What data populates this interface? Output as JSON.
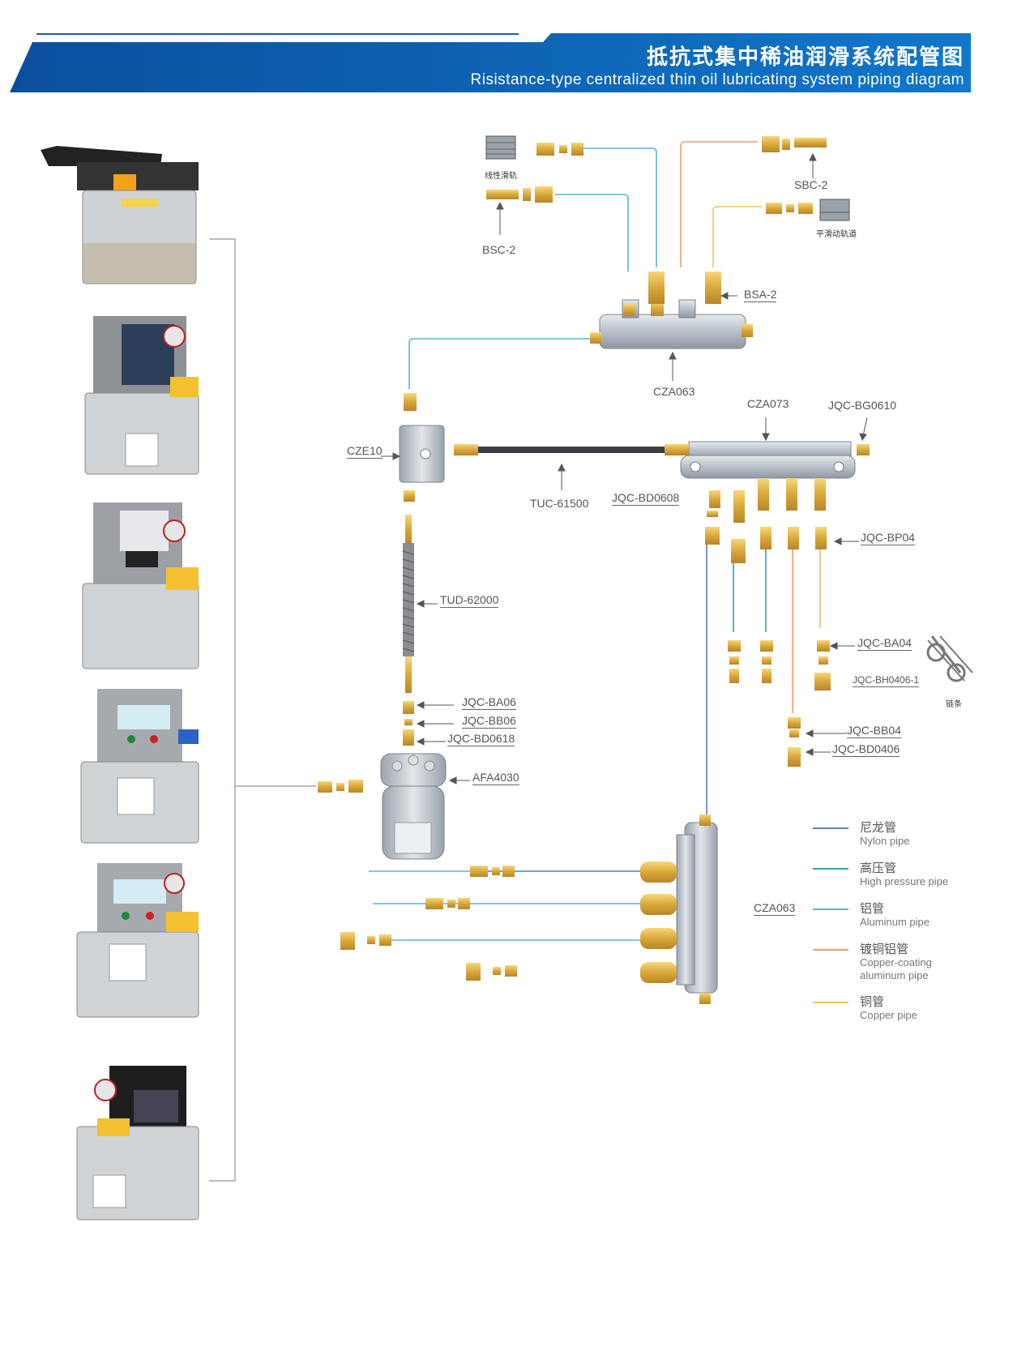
{
  "header": {
    "title_cn": "抵抗式集中稀油润滑系统配管图",
    "title_en": "Risistance-type centralized thin oil lubricating system piping diagram",
    "color": "#0b5fb0"
  },
  "labels": {
    "linear_rail": "线性滑轨",
    "flat_rail": "平滑动轨道",
    "chain": "链条",
    "sbc2": "SBC-2",
    "bsc2": "BSC-2",
    "bsa2": "BSA-2",
    "cza063_top": "CZA063",
    "cza073": "CZA073",
    "jqc_bg0610": "JQC-BG0610",
    "cze10": "CZE10",
    "tuc61500": "TUC-61500",
    "jqc_bd0608": "JQC-BD0608",
    "jqc_bp04": "JQC-BP04",
    "tud62000": "TUD-62000",
    "jqc_ba04": "JQC-BA04",
    "jqc_bh0406": "JQC-BH0406-1",
    "jqc_ba06": "JQC-BA06",
    "jqc_bb06": "JQC-BB06",
    "jqc_bd0618": "JQC-BD0618",
    "jqc_bb04": "JQC-BB04",
    "jqc_bd0406": "JQC-BD0406",
    "afa4030": "AFA4030",
    "cza063_bottom": "CZA063"
  },
  "legend": [
    {
      "cn": "尼龙管",
      "en": "Nylon pipe",
      "color": "#5b7fc0"
    },
    {
      "cn": "高压管",
      "en": "High pressure pipe",
      "color": "#3aa0a8"
    },
    {
      "cn": "铝管",
      "en": "Aluminum pipe",
      "color": "#5ab4d6"
    },
    {
      "cn": "镀铜铝管",
      "en": "Copper-coating aluminum pipe",
      "color": "#e8a070"
    },
    {
      "cn": "铜管",
      "en": "Copper pipe",
      "color": "#f0c060"
    }
  ],
  "pumps": [
    {
      "name": "manual-pump"
    },
    {
      "name": "electric-pump-1"
    },
    {
      "name": "electric-pump-2"
    },
    {
      "name": "electric-pump-3"
    },
    {
      "name": "electric-pump-4"
    },
    {
      "name": "electric-pump-5"
    }
  ]
}
